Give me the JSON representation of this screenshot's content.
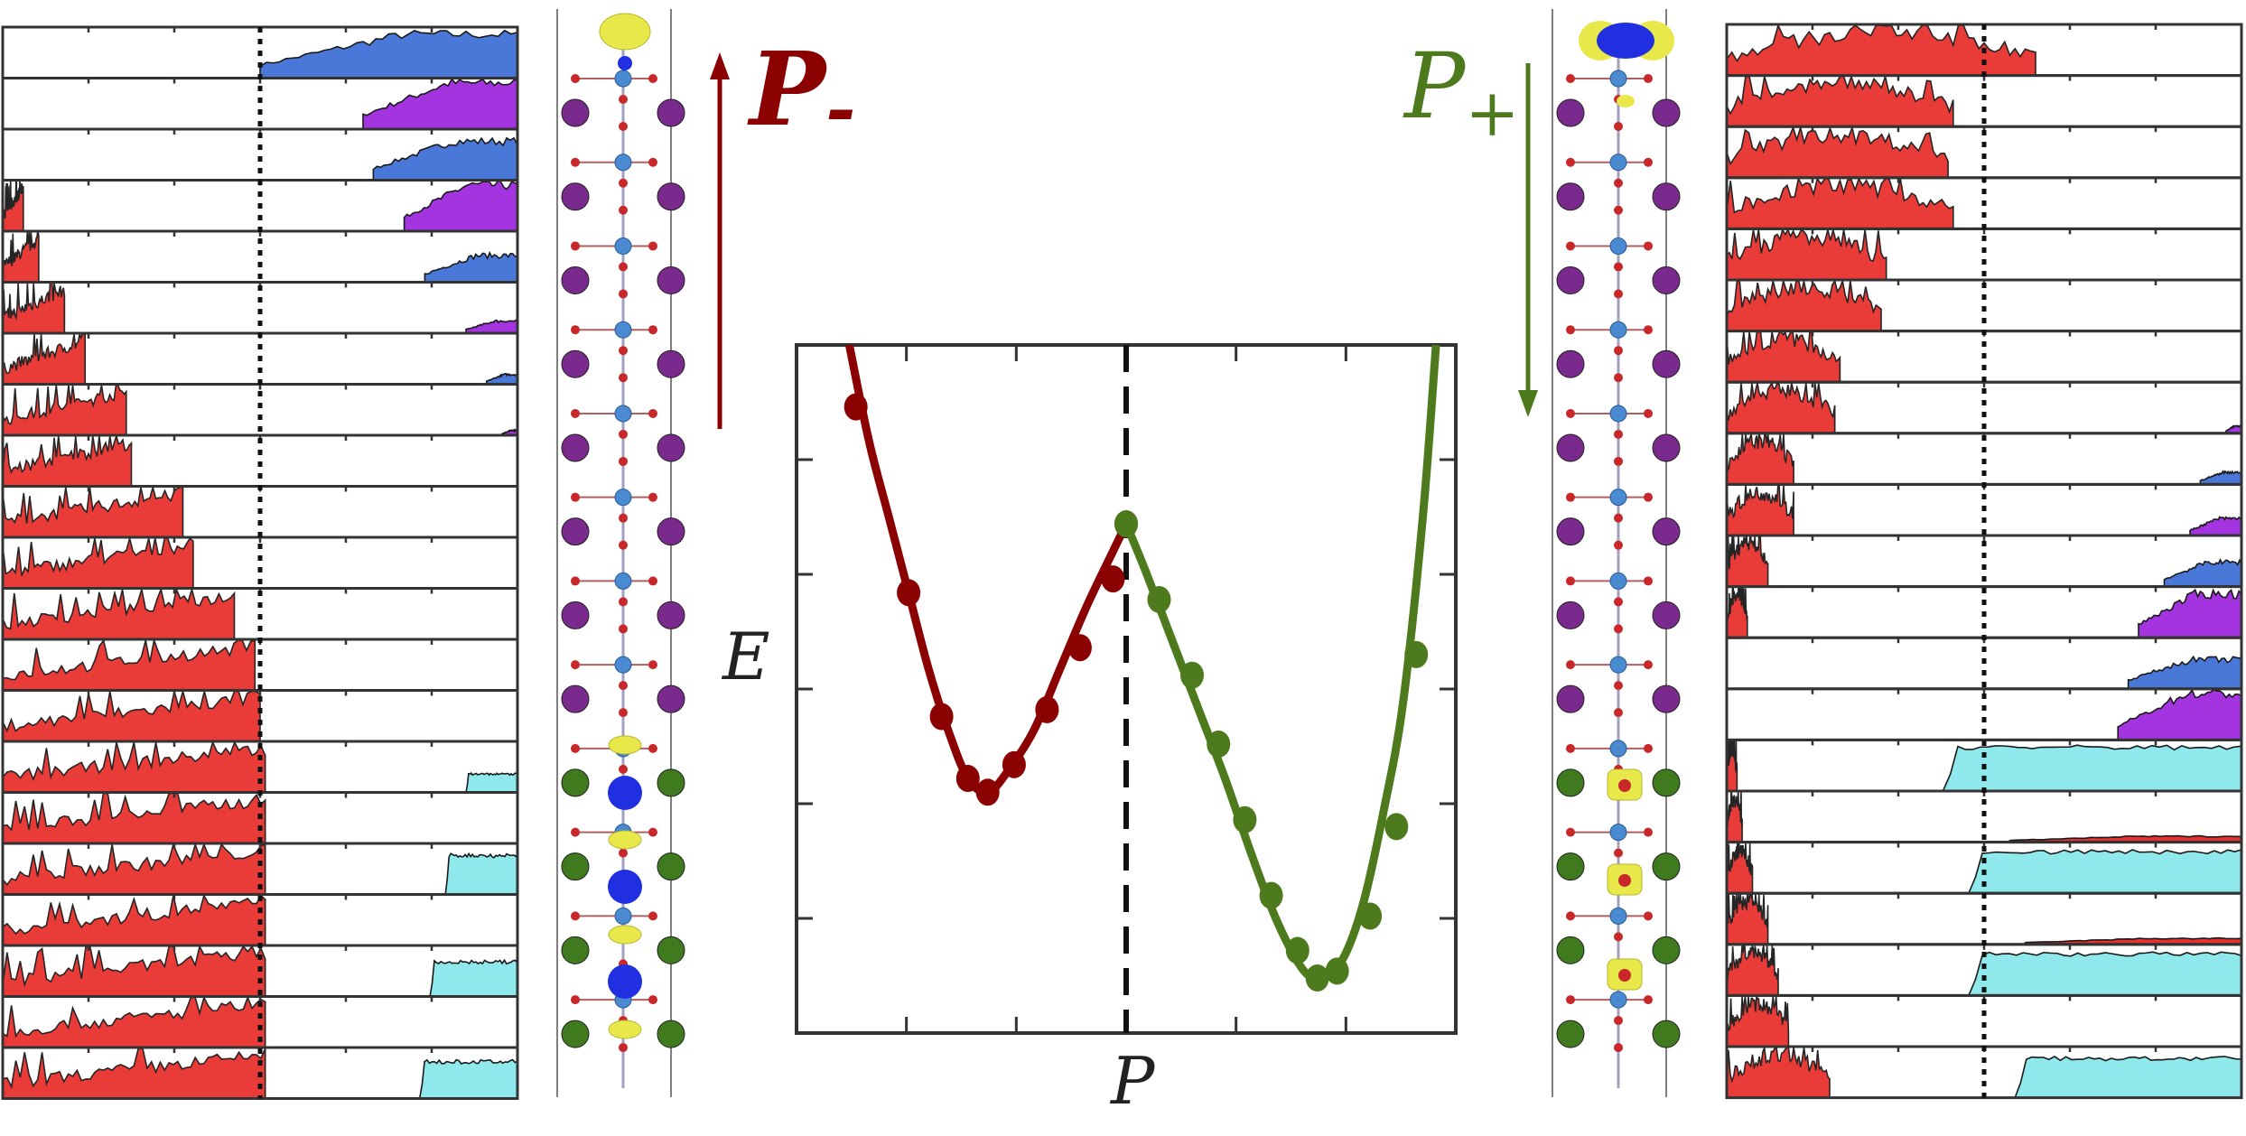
{
  "labels": {
    "p_minus_main": "P",
    "p_minus_sub": "-",
    "p_plus_main": "P",
    "p_plus_sub": "+",
    "e_axis": "E",
    "p_axis": "P"
  },
  "colors": {
    "p_minus": "#8b0000",
    "p_plus": "#4e7a1e",
    "dos_red": "#e8312e",
    "dos_blue": "#4a78d8",
    "dos_purple": "#a334e0",
    "dos_cyan": "#8ee8ec",
    "atom_purple": "#7a2a8c",
    "atom_green": "#3f7a1f",
    "atom_blue": "#4a8ad0",
    "atom_red": "#c8282a",
    "density_yellow": "#e8e84a",
    "density_blue": "#2030e0"
  },
  "chart_data": {
    "type": "line",
    "title": "",
    "xlabel": "P",
    "ylabel": "E",
    "xlim": [
      0,
      1
    ],
    "ylim": [
      0,
      1
    ],
    "grid": false,
    "divider_x": 0.5,
    "series": [
      {
        "name": "",
        "color_key": "p_minus",
        "x": [
          0.09,
          0.17,
          0.22,
          0.26,
          0.29,
          0.33,
          0.38,
          0.43,
          0.48,
          0.5
        ],
        "y": [
          0.91,
          0.64,
          0.46,
          0.37,
          0.35,
          0.39,
          0.47,
          0.56,
          0.66,
          0.74
        ],
        "curve_x": [
          0.08,
          0.11,
          0.14,
          0.17,
          0.2,
          0.23,
          0.26,
          0.29,
          0.32,
          0.36,
          0.4,
          0.44,
          0.48,
          0.5
        ],
        "curve_y": [
          1.0,
          0.86,
          0.75,
          0.64,
          0.53,
          0.44,
          0.37,
          0.35,
          0.38,
          0.44,
          0.53,
          0.62,
          0.7,
          0.74
        ]
      },
      {
        "name": "",
        "color_key": "p_plus",
        "x": [
          0.5,
          0.55,
          0.6,
          0.64,
          0.68,
          0.72,
          0.76,
          0.79,
          0.82,
          0.87,
          0.91,
          0.94
        ],
        "y": [
          0.74,
          0.63,
          0.52,
          0.42,
          0.31,
          0.2,
          0.12,
          0.08,
          0.09,
          0.17,
          0.3,
          0.55
        ],
        "curve_x": [
          0.5,
          0.53,
          0.57,
          0.61,
          0.65,
          0.69,
          0.73,
          0.77,
          0.8,
          0.83,
          0.86,
          0.89,
          0.92,
          0.95,
          0.97
        ],
        "curve_y": [
          0.74,
          0.67,
          0.57,
          0.47,
          0.37,
          0.26,
          0.16,
          0.09,
          0.08,
          0.11,
          0.19,
          0.32,
          0.48,
          0.75,
          1.0
        ]
      }
    ]
  },
  "dos_panels": {
    "left": {
      "fermi_level": 0.5,
      "rows": [
        {
          "kind": "vb",
          "vb": 0.0,
          "cb": "blue",
          "cb_start": 0.5,
          "cb_amp": 0.9
        },
        {
          "kind": "vb",
          "vb": 0.0,
          "cb": "purple",
          "cb_start": 0.7,
          "cb_amp": 0.95
        },
        {
          "kind": "vb",
          "vb": 0.0,
          "cb": "blue",
          "cb_start": 0.72,
          "cb_amp": 0.8
        },
        {
          "kind": "vb",
          "vb": 0.04,
          "cb": "purple",
          "cb_start": 0.78,
          "cb_amp": 0.95
        },
        {
          "kind": "vb",
          "vb": 0.07,
          "cb": "blue",
          "cb_start": 0.82,
          "cb_amp": 0.55
        },
        {
          "kind": "vb",
          "vb": 0.12,
          "cb": "purple",
          "cb_start": 0.9,
          "cb_amp": 0.25
        },
        {
          "kind": "vb",
          "vb": 0.16,
          "cb": "blue",
          "cb_start": 0.94,
          "cb_amp": 0.2
        },
        {
          "kind": "vb",
          "vb": 0.24,
          "cb": "purple",
          "cb_start": 0.97,
          "cb_amp": 0.1
        },
        {
          "kind": "vb",
          "vb": 0.25,
          "cb": "blue",
          "cb_start": 1.0,
          "cb_amp": 0.0
        },
        {
          "kind": "vb",
          "vb": 0.35,
          "cb": "blue",
          "cb_start": 1.0,
          "cb_amp": 0.0
        },
        {
          "kind": "vb",
          "vb": 0.37,
          "cb": "blue",
          "cb_start": 1.0,
          "cb_amp": 0.0
        },
        {
          "kind": "vb",
          "vb": 0.45,
          "cb": "blue",
          "cb_start": 1.0,
          "cb_amp": 0.0
        },
        {
          "kind": "vb",
          "vb": 0.49,
          "cb": "blue",
          "cb_start": 1.0,
          "cb_amp": 0.0
        },
        {
          "kind": "vb",
          "vb": 0.5,
          "cb": "blue",
          "cb_start": 1.0,
          "cb_amp": 0.0
        },
        {
          "kind": "vb",
          "vb": 0.51,
          "cb": "cyan",
          "cb_start": 0.9,
          "cb_amp": 0.4
        },
        {
          "kind": "vb",
          "vb": 0.51,
          "cb": "cyan",
          "cb_start": 1.0,
          "cb_amp": 0.0
        },
        {
          "kind": "vb",
          "vb": 0.51,
          "cb": "cyan",
          "cb_start": 0.86,
          "cb_amp": 0.85
        },
        {
          "kind": "vb",
          "vb": 0.51,
          "cb": "cyan",
          "cb_start": 1.0,
          "cb_amp": 0.0
        },
        {
          "kind": "vb",
          "vb": 0.51,
          "cb": "cyan",
          "cb_start": 0.83,
          "cb_amp": 0.75
        },
        {
          "kind": "vb",
          "vb": 0.51,
          "cb": "cyan",
          "cb_start": 1.0,
          "cb_amp": 0.0
        },
        {
          "kind": "vb",
          "vb": 0.51,
          "cb": "cyan",
          "cb_start": 0.81,
          "cb_amp": 0.8
        }
      ]
    },
    "right": {
      "fermi_level": 0.5,
      "rows": [
        {
          "kind": "vb",
          "vb": 0.6,
          "cb": "blue",
          "cb_start": 1.0,
          "cb_amp": 0.0
        },
        {
          "kind": "vb",
          "vb": 0.44,
          "cb": "blue",
          "cb_start": 1.0,
          "cb_amp": 0.0
        },
        {
          "kind": "vb",
          "vb": 0.43,
          "cb": "blue",
          "cb_start": 1.0,
          "cb_amp": 0.0
        },
        {
          "kind": "vb",
          "vb": 0.44,
          "cb": "blue",
          "cb_start": 1.0,
          "cb_amp": 0.0
        },
        {
          "kind": "vb",
          "vb": 0.31,
          "cb": "blue",
          "cb_start": 1.0,
          "cb_amp": 0.0
        },
        {
          "kind": "vb",
          "vb": 0.3,
          "cb": "blue",
          "cb_start": 1.0,
          "cb_amp": 0.0
        },
        {
          "kind": "vb",
          "vb": 0.22,
          "cb": "blue",
          "cb_start": 1.0,
          "cb_amp": 0.0
        },
        {
          "kind": "vb",
          "vb": 0.21,
          "cb": "purple",
          "cb_start": 0.97,
          "cb_amp": 0.15
        },
        {
          "kind": "vb",
          "vb": 0.13,
          "cb": "blue",
          "cb_start": 0.92,
          "cb_amp": 0.25
        },
        {
          "kind": "vb",
          "vb": 0.13,
          "cb": "purple",
          "cb_start": 0.9,
          "cb_amp": 0.35
        },
        {
          "kind": "vb",
          "vb": 0.08,
          "cb": "blue",
          "cb_start": 0.85,
          "cb_amp": 0.5
        },
        {
          "kind": "vb",
          "vb": 0.04,
          "cb": "purple",
          "cb_start": 0.8,
          "cb_amp": 0.9
        },
        {
          "kind": "vb",
          "vb": 0.0,
          "cb": "blue",
          "cb_start": 0.78,
          "cb_amp": 0.6
        },
        {
          "kind": "vb",
          "vb": 0.0,
          "cb": "purple",
          "cb_start": 0.76,
          "cb_amp": 0.95
        },
        {
          "kind": "vb",
          "vb": 0.02,
          "cb": "cyan",
          "cb_start": 0.42,
          "cb_amp": 0.95
        },
        {
          "kind": "vb",
          "vb": 0.03,
          "cb": "red",
          "cb_start": 0.55,
          "cb_amp": 0.12
        },
        {
          "kind": "vb",
          "vb": 0.05,
          "cb": "cyan",
          "cb_start": 0.47,
          "cb_amp": 0.9
        },
        {
          "kind": "vb",
          "vb": 0.08,
          "cb": "red",
          "cb_start": 0.58,
          "cb_amp": 0.12
        },
        {
          "kind": "vb",
          "vb": 0.1,
          "cb": "cyan",
          "cb_start": 0.47,
          "cb_amp": 0.9
        },
        {
          "kind": "vb",
          "vb": 0.12,
          "cb": "red",
          "cb_start": 1.0,
          "cb_amp": 0.0
        },
        {
          "kind": "vb",
          "vb": 0.2,
          "cb": "cyan",
          "cb_start": 0.56,
          "cb_amp": 0.85
        }
      ]
    }
  },
  "structures": {
    "left": {
      "top_density": "yellow",
      "large_atoms": [
        "purple",
        "purple",
        "purple",
        "purple",
        "purple",
        "purple",
        "purple",
        "purple",
        "green",
        "green",
        "green",
        "green"
      ],
      "bottom_density": [
        "yellow",
        "blue",
        "yellow",
        "blue",
        "yellow",
        "blue",
        "yellow"
      ]
    },
    "right": {
      "top_density": "blue",
      "large_atoms": [
        "purple",
        "purple",
        "purple",
        "purple",
        "purple",
        "purple",
        "purple",
        "purple",
        "green",
        "green",
        "green",
        "green"
      ],
      "bottom_density": [
        "yellow",
        "yellow",
        "yellow"
      ]
    }
  }
}
